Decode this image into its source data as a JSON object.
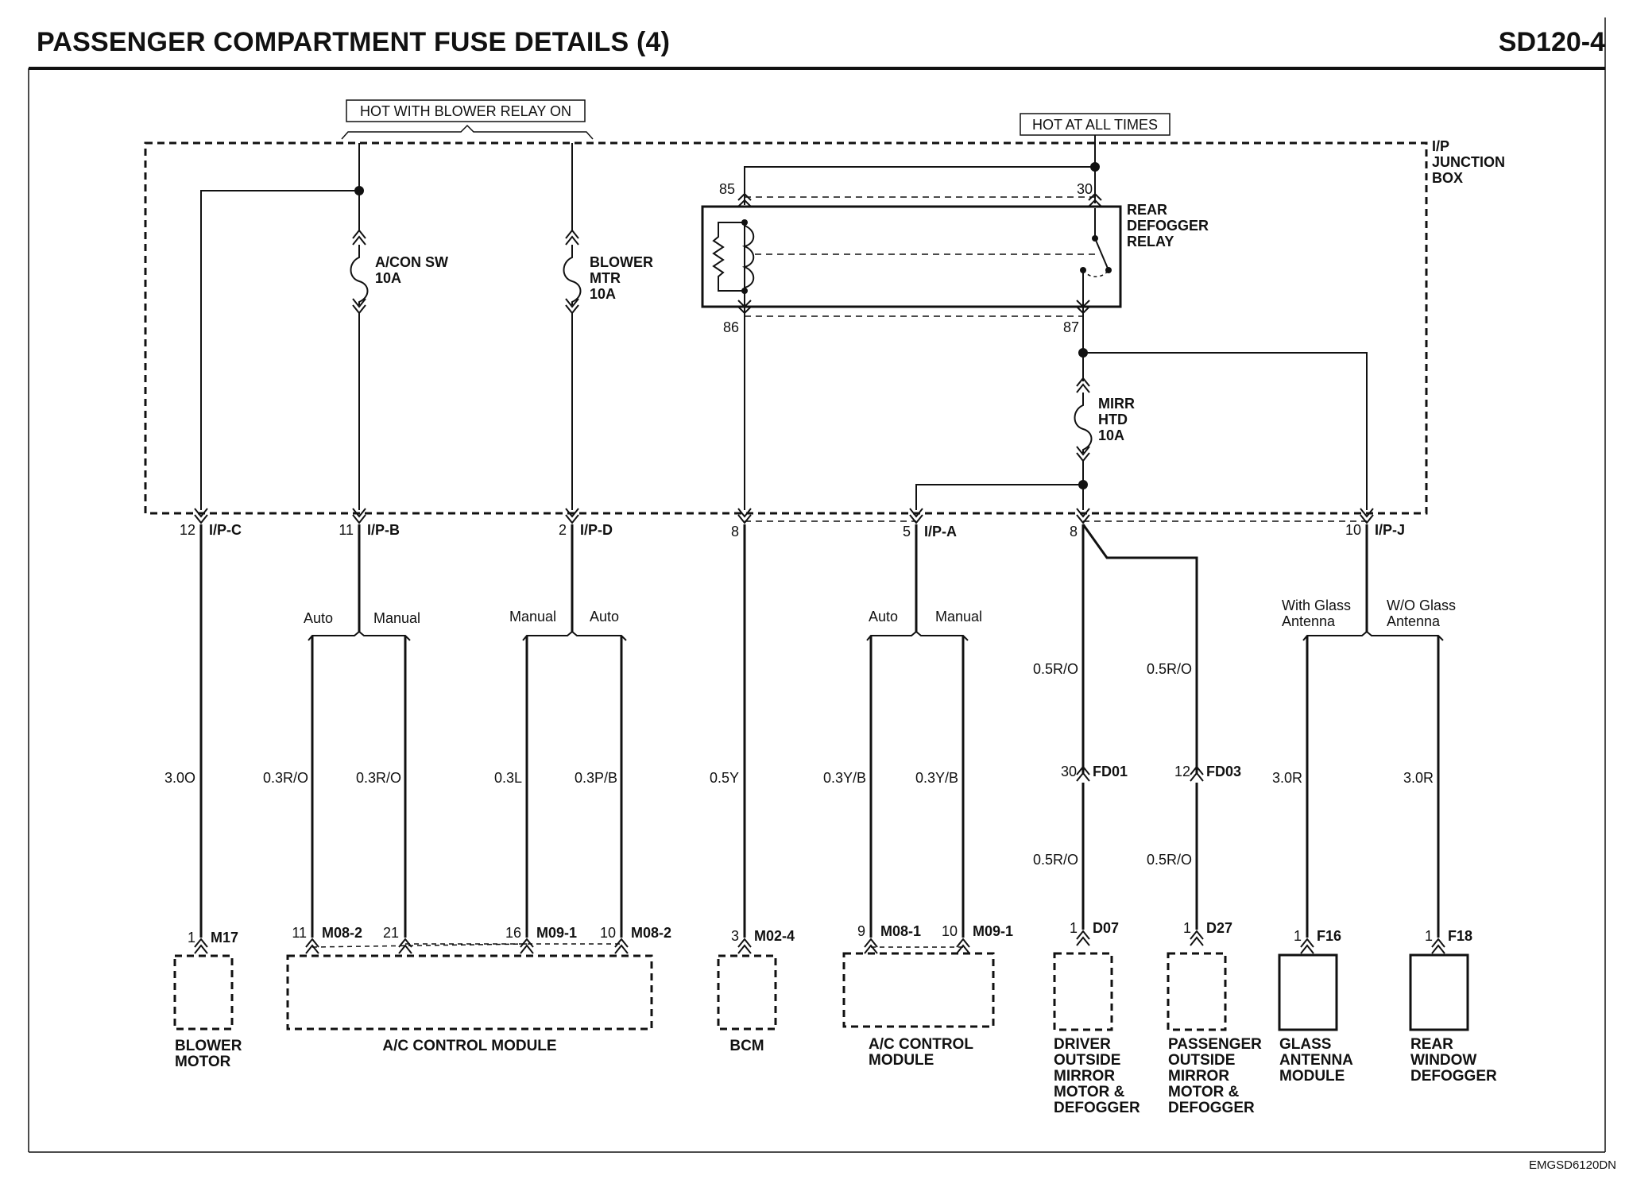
{
  "header": {
    "title": "PASSENGER COMPARTMENT FUSE DETAILS (4)",
    "code": "SD120-4"
  },
  "footer": {
    "code": "EMGSD6120DN"
  },
  "power": {
    "hot_blower": "HOT WITH BLOWER RELAY ON",
    "hot_always": "HOT AT ALL TIMES"
  },
  "junction_box": {
    "l1": "I/P",
    "l2": "JUNCTION",
    "l3": "BOX"
  },
  "fuses": {
    "acon": {
      "l1": "A/CON SW",
      "l2": "10A"
    },
    "blower": {
      "l1": "BLOWER",
      "l2": "MTR",
      "l3": "10A"
    },
    "mirr": {
      "l1": "MIRR",
      "l2": "HTD",
      "l3": "10A"
    }
  },
  "relay": {
    "l1": "REAR",
    "l2": "DEFOGGER",
    "l3": "RELAY",
    "p85": "85",
    "p30": "30",
    "p86": "86",
    "p87": "87"
  },
  "pins": {
    "ipc_num": "12",
    "ipc_name": "I/P-C",
    "ipb_num": "11",
    "ipb_name": "I/P-B",
    "ipd_num": "2",
    "ipd_name": "I/P-D",
    "bcm_num": "8",
    "ipa_num": "5",
    "ipa_name": "I/P-A",
    "mir_num": "8",
    "ipj_num": "10",
    "ipj_name": "I/P-J"
  },
  "branches": {
    "auto": "Auto",
    "manual": "Manual",
    "with_glass_1": "With Glass",
    "with_glass_2": "Antenna",
    "wo_glass_1": "W/O Glass",
    "wo_glass_2": "Antenna"
  },
  "wires": {
    "w1": "3.0O",
    "w2": "0.3R/O",
    "w3": "0.3R/O",
    "w4": "0.3L",
    "w5": "0.3P/B",
    "w6": "0.5Y",
    "w7": "0.3Y/B",
    "w8": "0.3Y/B",
    "w9a": "0.5R/O",
    "w9b": "0.5R/O",
    "w10a": "0.5R/O",
    "w10b": "0.5R/O",
    "w11": "3.0R",
    "w12": "3.0R"
  },
  "mid_connectors": {
    "fd01_num": "30",
    "fd01": "FD01",
    "fd03_num": "12",
    "fd03": "FD03"
  },
  "connectors": {
    "m17_num": "1",
    "m17": "M17",
    "m082a_num": "11",
    "m082a": "M08-2",
    "m082a_num2": "21",
    "m091a_num": "16",
    "m091a": "M09-1",
    "m082b_num": "10",
    "m082b": "M08-2",
    "m024_num": "3",
    "m024": "M02-4",
    "m081_num": "9",
    "m081": "M08-1",
    "m091b_num": "10",
    "m091b": "M09-1",
    "d07_num": "1",
    "d07": "D07",
    "d27_num": "1",
    "d27": "D27",
    "f16_num": "1",
    "f16": "F16",
    "f18_num": "1",
    "f18": "F18"
  },
  "components": {
    "blower_motor": {
      "l1": "BLOWER",
      "l2": "MOTOR"
    },
    "ac_module_1": "A/C CONTROL MODULE",
    "bcm": "BCM",
    "ac_module_2": {
      "l1": "A/C CONTROL",
      "l2": "MODULE"
    },
    "driver_mirror": {
      "l1": "DRIVER",
      "l2": "OUTSIDE",
      "l3": "MIRROR",
      "l4": "MOTOR &",
      "l5": "DEFOGGER"
    },
    "pass_mirror": {
      "l1": "PASSENGER",
      "l2": "OUTSIDE",
      "l3": "MIRROR",
      "l4": "MOTOR &",
      "l5": "DEFOGGER"
    },
    "glass_antenna": {
      "l1": "GLASS",
      "l2": "ANTENNA",
      "l3": "MODULE"
    },
    "rear_defogger": {
      "l1": "REAR",
      "l2": "WINDOW",
      "l3": "DEFOGGER"
    }
  }
}
